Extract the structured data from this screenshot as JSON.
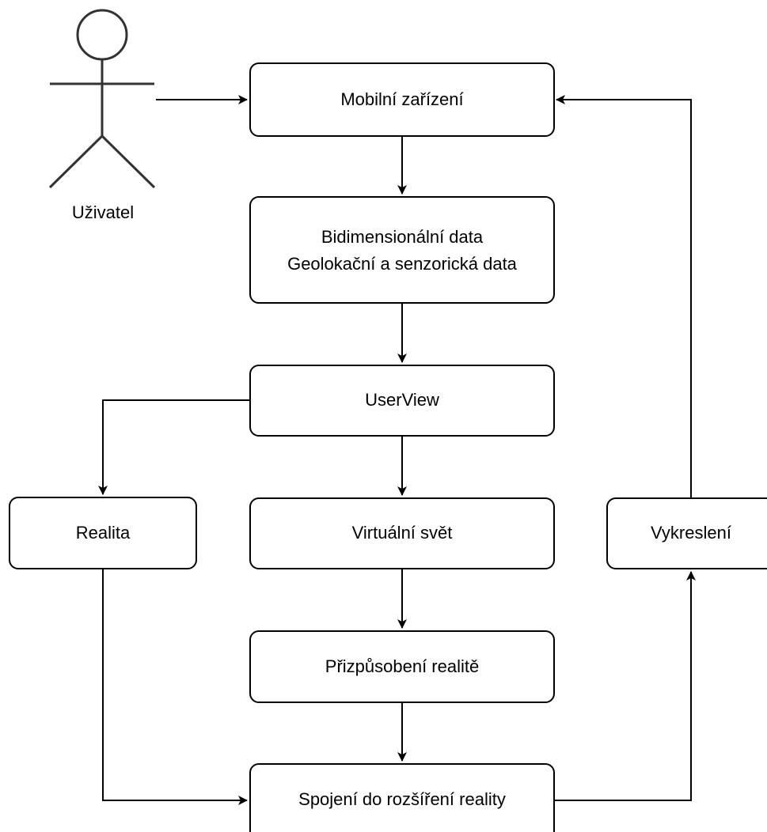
{
  "actor": {
    "label": "Uživatel",
    "icon": "stick-figure-icon"
  },
  "nodes": {
    "mobile_device": {
      "label": "Mobilní zařízení"
    },
    "data": {
      "lines": [
        "Bidimensionální data",
        "Geolokační a senzorická data"
      ]
    },
    "userview": {
      "label": "UserView"
    },
    "reality": {
      "label": "Realita"
    },
    "virtual_world": {
      "label": "Virtuální svět"
    },
    "adaptation": {
      "label": "Přizpůsobení realitě"
    },
    "ar_merge": {
      "label": "Spojení do rozšíření reality"
    },
    "rendering": {
      "label": "Vykreslení"
    }
  },
  "edges": [
    {
      "from": "actor",
      "to": "mobile_device"
    },
    {
      "from": "mobile_device",
      "to": "data"
    },
    {
      "from": "data",
      "to": "userview"
    },
    {
      "from": "userview",
      "to": "reality"
    },
    {
      "from": "userview",
      "to": "virtual_world"
    },
    {
      "from": "virtual_world",
      "to": "adaptation"
    },
    {
      "from": "adaptation",
      "to": "ar_merge"
    },
    {
      "from": "reality",
      "to": "ar_merge"
    },
    {
      "from": "ar_merge",
      "to": "rendering"
    },
    {
      "from": "rendering",
      "to": "mobile_device"
    }
  ]
}
